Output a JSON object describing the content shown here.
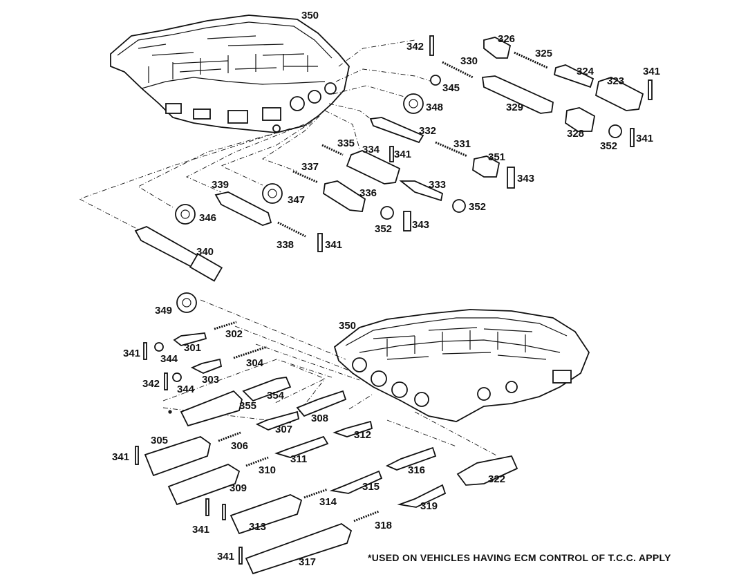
{
  "diagram": {
    "footnote": "*USED ON VEHICLES HAVING ECM CONTROL OF T.C.C. APPLY",
    "labels": {
      "upper_body": "350",
      "lower_body": "350",
      "p301": "301",
      "p302": "302",
      "p303": "303",
      "p304": "304",
      "p305": "305",
      "p306": "306",
      "p307": "307",
      "p308": "308",
      "p309": "309",
      "p310": "310",
      "p311": "311",
      "p312": "312",
      "p313": "313",
      "p314": "314",
      "p315": "315",
      "p316": "316",
      "p317": "317",
      "p318": "318",
      "p319": "319",
      "p322": "322",
      "p323": "323",
      "p324": "324",
      "p325": "325",
      "p326": "326",
      "p328": "328",
      "p329": "329",
      "p330": "330",
      "p331": "331",
      "p332": "332",
      "p333": "333",
      "p334": "334",
      "p335": "335",
      "p336": "336",
      "p337": "337",
      "p338": "338",
      "p339": "339",
      "p340": "340",
      "p341_a": "341",
      "p341_b": "341",
      "p341_c": "341",
      "p341_d": "341",
      "p341_e": "341",
      "p341_f": "341",
      "p341_g": "341",
      "p341_h": "341",
      "p342_a": "342",
      "p342_b": "342",
      "p343_a": "343",
      "p343_b": "343",
      "p344_a": "344",
      "p344_b": "344",
      "p345": "345",
      "p346": "346",
      "p347": "347",
      "p348": "348",
      "p349": "349",
      "p351": "351",
      "p352_a": "352",
      "p352_b": "352",
      "p352_c": "352",
      "p354": "354",
      "p355": "355"
    }
  }
}
